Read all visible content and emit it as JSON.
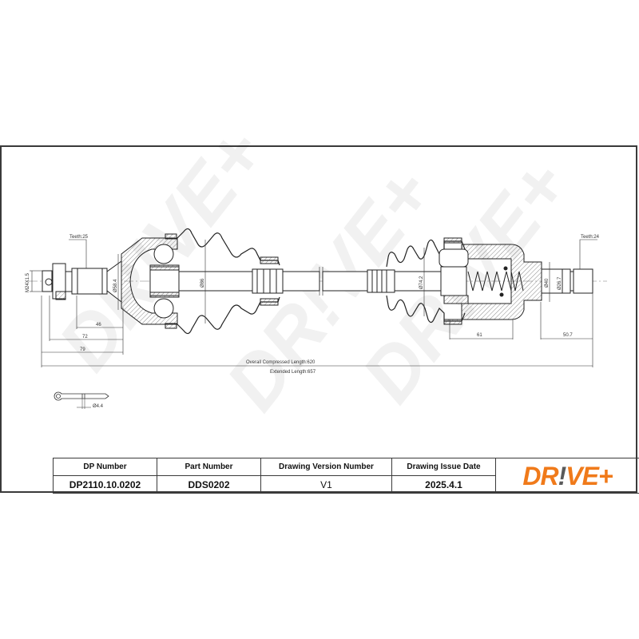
{
  "drawing": {
    "watermark": "DR!VE+",
    "annotations": {
      "teeth_left": "Teeth:25",
      "teeth_right": "Teeth:24",
      "thread": "M24X1.5",
      "dia_left_flange": "Ø58.4",
      "dia_boot_left": "Ø86",
      "dia_boot_right": "Ø74.2",
      "dia_right_outer": "Ø40",
      "dia_right_inner": "Ø26.7",
      "dim_46": "46",
      "dim_72": "72",
      "dim_79": "79",
      "dim_61": "61",
      "dim_50_7": "50.7",
      "overall_compressed": "Overall  Compressed  Length:620",
      "extended": "Extended  Length:657",
      "cotter_pin_dia": "Ø4.4"
    }
  },
  "title_block": {
    "headers": [
      "DP Number",
      "Part Number",
      "Drawing Version Number",
      "Drawing Issue Date"
    ],
    "values": [
      "DP2110.10.0202",
      "DDS0202",
      "V1",
      "2025.4.1"
    ],
    "logo": {
      "pre": "DR",
      "bang": "!",
      "post": "VE+",
      "color": "#F07A1A",
      "bang_color": "#5A5A5A"
    }
  }
}
